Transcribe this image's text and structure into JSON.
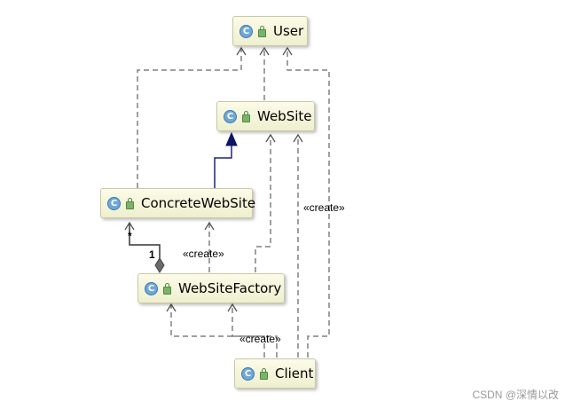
{
  "classes": {
    "user": "User",
    "website": "WebSite",
    "concrete": "ConcreteWebSite",
    "factory": "WebSiteFactory",
    "client": "Client"
  },
  "class_icon_letter": "C",
  "relations": {
    "create_label": "«create»",
    "multiplicity_many": "*",
    "multiplicity_one": "1"
  },
  "watermark": "CSDN @深情以改",
  "colors": {
    "class_fill": "#f5f5dc",
    "dependency_line": "#7f7f7f",
    "inheritance_line": "#000080",
    "class_icon": "#6fa8d8"
  }
}
